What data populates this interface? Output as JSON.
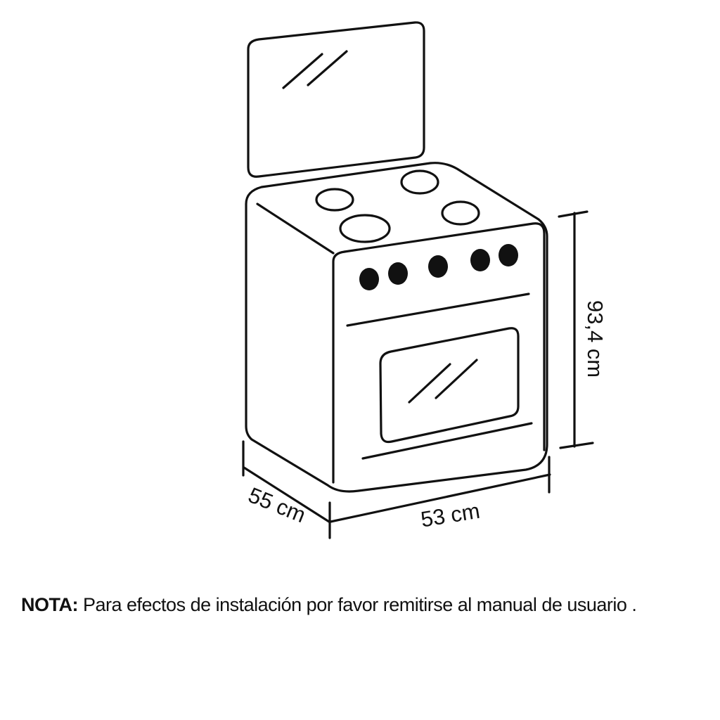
{
  "dimensions": {
    "height": "93,4 cm",
    "width": "53 cm",
    "depth": "55 cm"
  },
  "note": {
    "label": "NOTA:",
    "text": " Para efectos de instalación por favor remitirse al manual de usuario ."
  }
}
